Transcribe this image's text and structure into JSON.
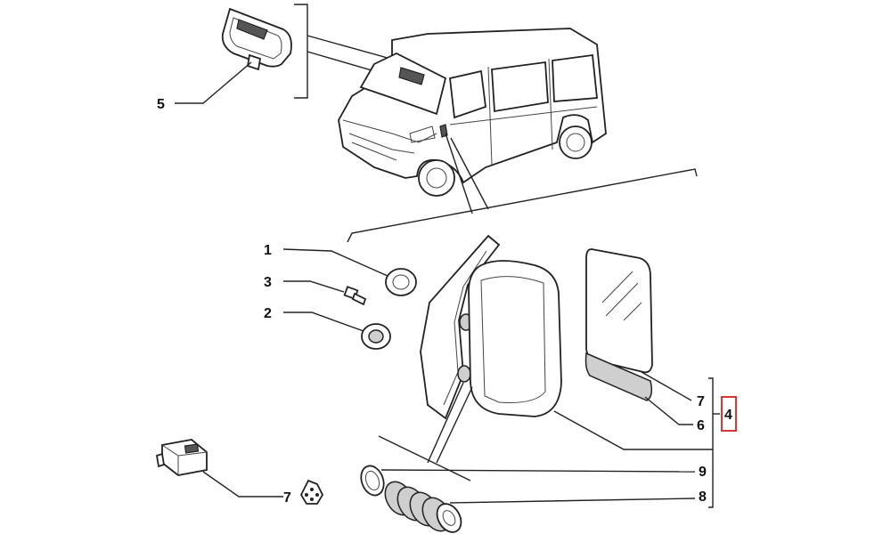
{
  "colors": {
    "line": "#222222",
    "background": "#ffffff",
    "highlight_box": "#d62020"
  },
  "callouts": [
    {
      "id": "c1",
      "text": "1"
    },
    {
      "id": "c3",
      "text": "3"
    },
    {
      "id": "c2",
      "text": "2"
    },
    {
      "id": "c5",
      "text": "5"
    },
    {
      "id": "c7a",
      "text": "7"
    },
    {
      "id": "c6",
      "text": "6"
    },
    {
      "id": "c4",
      "text": "4"
    },
    {
      "id": "c9",
      "text": "9"
    },
    {
      "id": "c8",
      "text": "8"
    },
    {
      "id": "c7b",
      "text": "7"
    }
  ]
}
